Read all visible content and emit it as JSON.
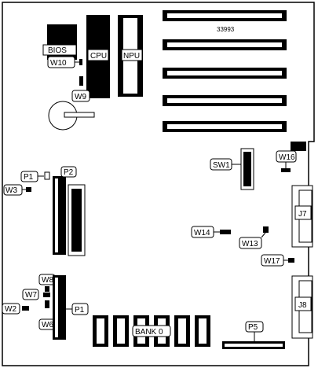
{
  "board": {
    "part_number": "33993",
    "labels": {
      "bios": "BIOS",
      "cpu": "CPU",
      "npu": "NPU",
      "w10": "W10",
      "w9": "W9",
      "p2": "P2",
      "p1_top": "P1",
      "w3": "W3",
      "sw1": "SW1",
      "w16": "W16",
      "j7": "J7",
      "w14": "W14",
      "w13": "W13",
      "w17": "W17",
      "j8": "J8",
      "w8": "W8",
      "w7": "W7",
      "w2": "W2",
      "w6": "W6",
      "p1_bottom": "P1",
      "bank0": "BANK 0",
      "p5": "P5"
    }
  },
  "colors": {
    "ink": "#000000",
    "paper": "#ffffff"
  }
}
